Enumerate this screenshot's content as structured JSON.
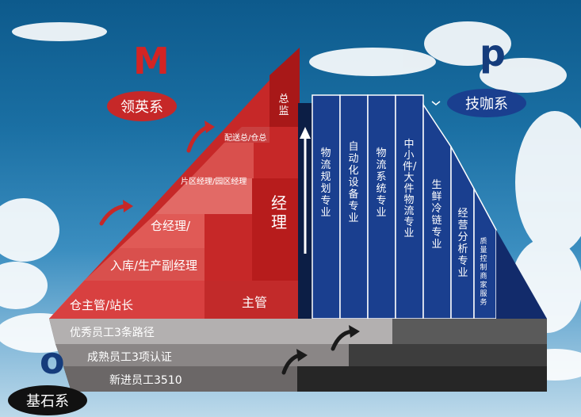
{
  "systems": {
    "m": {
      "letter": "M",
      "name": "领英系"
    },
    "p": {
      "letter": "p",
      "name": "技咖系"
    },
    "o": {
      "letter": "o",
      "name": "基石系"
    }
  },
  "leadership": {
    "director": "总监",
    "distribution_director": "配送总/仓总",
    "area_manager": "片区经理/园区经理",
    "manager": "经理",
    "warehouse_manager": "仓经理/",
    "inbound_manager": "入库/生产副经理",
    "supervisor_station": "仓主管/站长",
    "supervisor": "主管"
  },
  "specialists": [
    "物流规划专业",
    "自动化设备专业",
    "物流系统专业",
    "中小件/大件物流专业",
    "生鲜冷链专业",
    "经营分析专业",
    "质量控制商家服务"
  ],
  "foundation": {
    "excellent": "优秀员工3条路径",
    "mature": "成熟员工3项认证",
    "new": "新进员工3510"
  },
  "colors": {
    "red_dark": "#b71c1c",
    "red_mid": "#d73232",
    "blue_column": "#1a3f8f",
    "blue_dark": "#122b6b"
  }
}
